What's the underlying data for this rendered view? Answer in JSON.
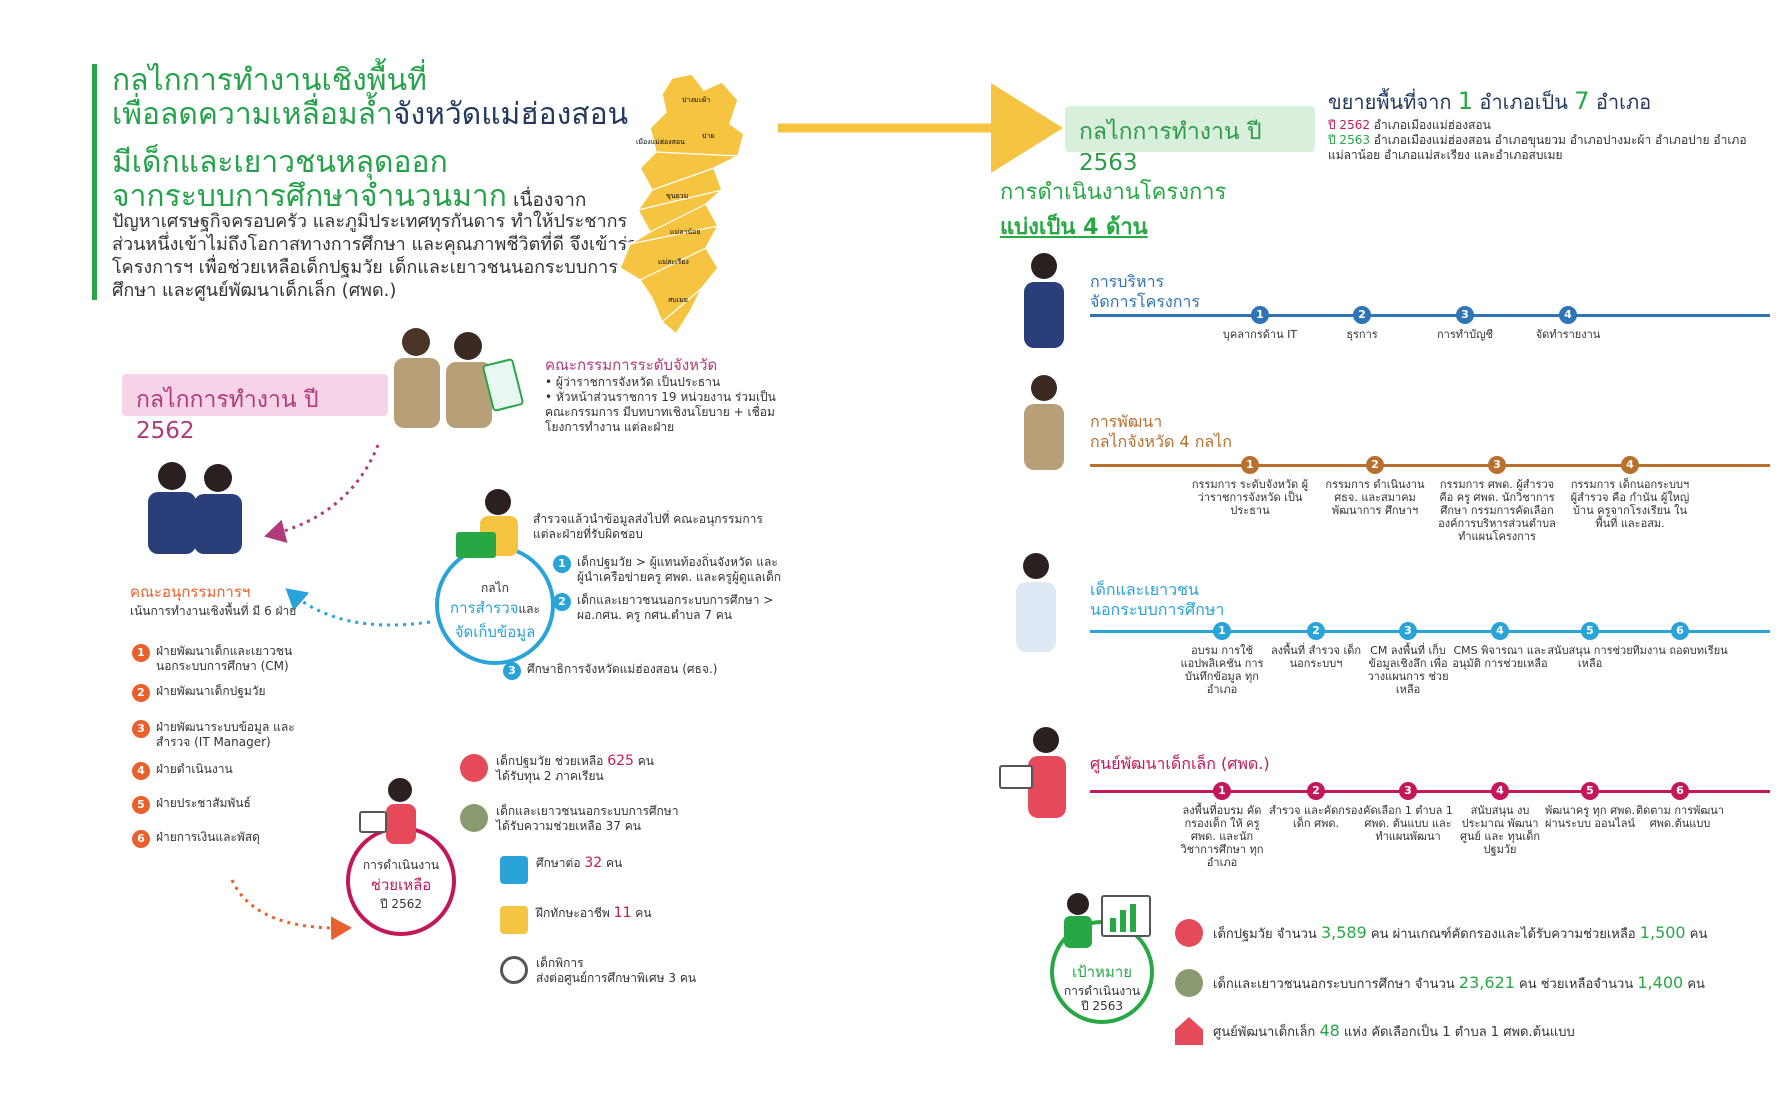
{
  "header": {
    "title_line1": "กลไกการทำงานเชิงพื้นที่",
    "title_line2_a": "เพื่อลดความเหลื่อมล้ำ",
    "title_line2_b": "จังหวัดแม่ฮ่องสอน",
    "sub_line1": "มีเด็กและเยาวชนหลุดออก",
    "sub_line2": "จากระบบการศึกษาจำนวนมาก",
    "sub_line2_tail": " เนื่องจาก",
    "body": "ปัญหาเศรษฐกิจครอบครัว และภูมิประเทศทุรกันดาร ทำให้ประชากรส่วนหนึ่งเข้าไม่ถึงโอกาสทางการศึกษา และคุณภาพชีวิตที่ดี จึงเข้าร่วมโครงการฯ เพื่อช่วยเหลือเด็กปฐมวัย เด็กและเยาวชนนอกระบบการศึกษา และศูนย์พัฒนาเด็กเล็ก (ศพด.)"
  },
  "map": {
    "districts": [
      "ปางมะผ้า",
      "ปาย",
      "เมืองแม่ฮ่องสอน",
      "ขุนยวม",
      "แม่ลาน้อย",
      "แม่สะเรียง",
      "สบเมย"
    ]
  },
  "y2562": {
    "pill": "กลไกการทำงาน ปี 2562",
    "committee_title": "คณะกรรมการระดับจังหวัด",
    "committee_items": [
      "ผู้ว่าราชการจังหวัด เป็นประธาน",
      "หัวหน้าส่วนราชการ 19 หน่วยงาน ร่วมเป็นคณะกรรมการ มีบทบาทเชิงนโยบาย + เชื่อมโยงการทำงาน แต่ละฝ่าย"
    ],
    "sub_title": "คณะอนุกรรมการฯ",
    "sub_desc": "เน้นการทำงานเชิงพื้นที่ มี 6 ฝ่าย",
    "divisions": [
      {
        "n": "1",
        "label": "ฝ่ายพัฒนาเด็กและเยาวชน นอกระบบการศึกษา (CM)"
      },
      {
        "n": "2",
        "label": "ฝ่ายพัฒนาเด็กปฐมวัย"
      },
      {
        "n": "3",
        "label": "ฝ่ายพัฒนาระบบข้อมูล และสำรวจ (IT Manager)"
      },
      {
        "n": "4",
        "label": "ฝ่ายดำเนินงาน"
      },
      {
        "n": "5",
        "label": "ฝ่ายประชาสัมพันธ์"
      },
      {
        "n": "6",
        "label": "ฝ่ายการเงินและพัสดุ"
      }
    ],
    "survey_circle": {
      "top": "กลไก",
      "mid": "การสำรวจ",
      "mid_tail": "และ",
      "bottom": "จัดเก็บข้อมูล"
    },
    "survey_desc": "สำรวจแล้วนำข้อมูลส่งไปที่ คณะอนุกรรมการ แต่ละฝ่ายที่รับผิดชอบ",
    "survey_items": [
      {
        "n": "1",
        "label": "เด็กปฐมวัย > ผู้แทนท้องถิ่นจังหวัด และผู้นำเครือข่ายครู ศพด. และครูผู้ดูแลเด็ก"
      },
      {
        "n": "2",
        "label": "เด็กและเยาวชนนอกระบบการศึกษา > ผอ.กศน. ครู กศน.ตำบล 7 คน"
      },
      {
        "n": "3",
        "label": "ศึกษาธิการจังหวัดแม่ฮ่องสอน (ศธจ.)"
      }
    ],
    "result_circle": {
      "top": "การดำเนินงาน",
      "mid": "ช่วยเหลือ",
      "bottom": "ปี 2562"
    },
    "results": [
      {
        "pre": "เด็กปฐมวัย ช่วยเหลือ ",
        "num": "625",
        "post": " คน",
        "line2": "ได้รับทุน 2 ภาคเรียน"
      },
      {
        "pre": "เด็กและเยาวชนนอกระบบการศึกษา",
        "num": "",
        "post": "",
        "line2": "ได้รับความช่วยเหลือ 37 คน"
      },
      {
        "pre": "ศึกษาต่อ ",
        "num": "32",
        "post": " คน",
        "line2": ""
      },
      {
        "pre": "ฝึกทักษะอาชีพ ",
        "num": "11",
        "post": " คน",
        "line2": ""
      },
      {
        "pre": "เด็กพิการ",
        "num": "",
        "post": "",
        "line2": "ส่งต่อศูนย์การศึกษาพิเศษ 3 คน"
      }
    ]
  },
  "y2563": {
    "pill": "กลไกการทำงาน ปี 2563",
    "expand_title_pre": "ขยายพื้นที่จาก ",
    "expand_n1": "1",
    "expand_mid": " อำเภอเป็น ",
    "expand_n2": "7",
    "expand_post": " อำเภอ",
    "expand_2562_year": "ปี 2562",
    "expand_2562_text": " อำเภอเมืองแม่ฮ่องสอน",
    "expand_2563_year": "ปี 2563",
    "expand_2563_text": " อำเภอเมืองแม่ฮ่องสอน อำเภอขุนยวม อำเภอปางมะผ้า อำเภอปาย อำเภอแม่ลาน้อย อำเภอแม่สะเรียง และอำเภอสบเมย",
    "ops_title1": "การดำเนินงานโครงการ",
    "ops_title2": "แบ่งเป็น 4 ด้าน",
    "tracks": [
      {
        "title": "การบริหาร\nจัดการโครงการ",
        "color": "#2f74b5",
        "steps": [
          "บุคลากรด้าน IT",
          "ธุรการ",
          "การทำบัญชี",
          "จัดทำรายงาน"
        ]
      },
      {
        "title": "การพัฒนา\nกลไกจังหวัด 4 กลไก",
        "color": "#b8702e",
        "steps": [
          "กรรมการ ระดับจังหวัด ผู้ว่าราชการจังหวัด เป็นประธาน",
          "กรรมการ ดำเนินงาน ศธจ. และสมาคมพัฒนาการ ศึกษาฯ",
          "กรรมการ ศพด. ผู้สำรวจ คือ ครู ศพด. นักวิชาการศึกษา กรรมการคัดเลือก องค์การบริหารส่วนตำบล ทำแผนโครงการ",
          "กรรมการ เด็กนอกระบบฯ ผู้สำรวจ คือ กำนัน ผู้ใหญ่บ้าน ครูจากโรงเรียน ในพื้นที่ และอสม."
        ]
      },
      {
        "title": "เด็กและเยาวชน\nนอกระบบการศึกษา",
        "color": "#2aa3d8",
        "steps": [
          "อบรม การใช้แอปพลิเคชัน การบันทึกข้อมูล ทุกอำเภอ",
          "ลงพื้นที่ สำรวจ เด็กนอกระบบฯ",
          "CM ลงพื้นที่ เก็บข้อมูลเชิงลึก เพื่อวางแผนการ ช่วยเหลือ",
          "CMS พิจารณา และอนุมัติ การช่วยเหลือ",
          "สนับสนุน การช่วยเหลือ",
          "ทีมงาน ถอดบทเรียน"
        ]
      },
      {
        "title": "ศูนย์พัฒนาเด็กเล็ก (ศพด.)",
        "color": "#c2185b",
        "steps": [
          "ลงพื้นที่อบรม คัดกรองเด็ก ให้ ครูศพด. และนักวิชาการศึกษา ทุกอำเภอ",
          "สำรวจ และคัดกรอง เด็ก ศพด.",
          "คัดเลือก 1 ตำบล 1 ศพด. ต้นแบบ และทำแผนพัฒนา",
          "สนับสนุน งบประมาณ พัฒนาศูนย์ และ ทุนเด็กปฐมวัย",
          "พัฒนาครู ทุก ศพด. ผ่านระบบ ออนไลน์",
          "ติดตาม การพัฒนา ศพด.ต้นแบบ"
        ]
      }
    ],
    "target_circle": {
      "top": "เป้าหมาย",
      "mid": "การดำเนินงาน",
      "bottom": "ปี 2563"
    },
    "targets": [
      {
        "a": "เด็กปฐมวัย จำนวน ",
        "n1": "3,589",
        "b": " คน ผ่านเกณฑ์คัดกรองและได้รับความช่วยเหลือ ",
        "n2": "1,500",
        "c": " คน"
      },
      {
        "a": "เด็กและเยาวชนนอกระบบการศึกษา จำนวน ",
        "n1": "23,621",
        "b": " คน ช่วยเหลือจำนวน ",
        "n2": "1,400",
        "c": " คน"
      },
      {
        "a": "ศูนย์พัฒนาเด็กเล็ก ",
        "n1": "48",
        "b": " แห่ง คัดเลือกเป็น 1 ตำบล 1 ศพด.ต้นแบบ",
        "n2": "",
        "c": ""
      }
    ]
  },
  "colors": {
    "green": "#27a845",
    "navy": "#233a5e",
    "pink": "#b03a7a",
    "orange": "#e8602c",
    "blue": "#2aa3d8",
    "yellow": "#f5c542",
    "magenta": "#c2185b"
  }
}
